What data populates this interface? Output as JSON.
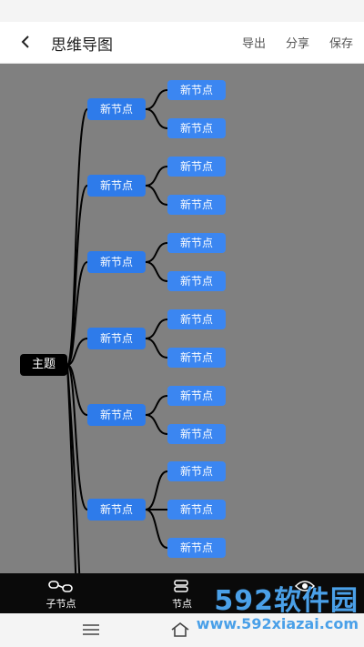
{
  "app": {
    "title": "思维导图",
    "actions": {
      "export": "导出",
      "share": "分享",
      "save": "保存"
    }
  },
  "mindmap": {
    "root": "主题",
    "children": [
      {
        "label": "新节点",
        "children": [
          "新节点",
          "新节点"
        ]
      },
      {
        "label": "新节点",
        "children": [
          "新节点",
          "新节点"
        ]
      },
      {
        "label": "新节点",
        "children": [
          "新节点",
          "新节点"
        ]
      },
      {
        "label": "新节点",
        "children": [
          "新节点",
          "新节点"
        ]
      },
      {
        "label": "新节点",
        "children": [
          "新节点",
          "新节点"
        ]
      },
      {
        "label": "新节点",
        "children": [
          "新节点",
          "新节点",
          "新节点"
        ]
      }
    ]
  },
  "toolbar": {
    "child_node_label": "子节点",
    "sibling_node_label": "节点"
  },
  "watermark": {
    "brand": "592软件园",
    "url": "www.592xiazai.com"
  },
  "colors": {
    "canvas": "#808080",
    "root": "#000000",
    "node": "#2e7bea",
    "toolbar": "#0a0a0a"
  }
}
